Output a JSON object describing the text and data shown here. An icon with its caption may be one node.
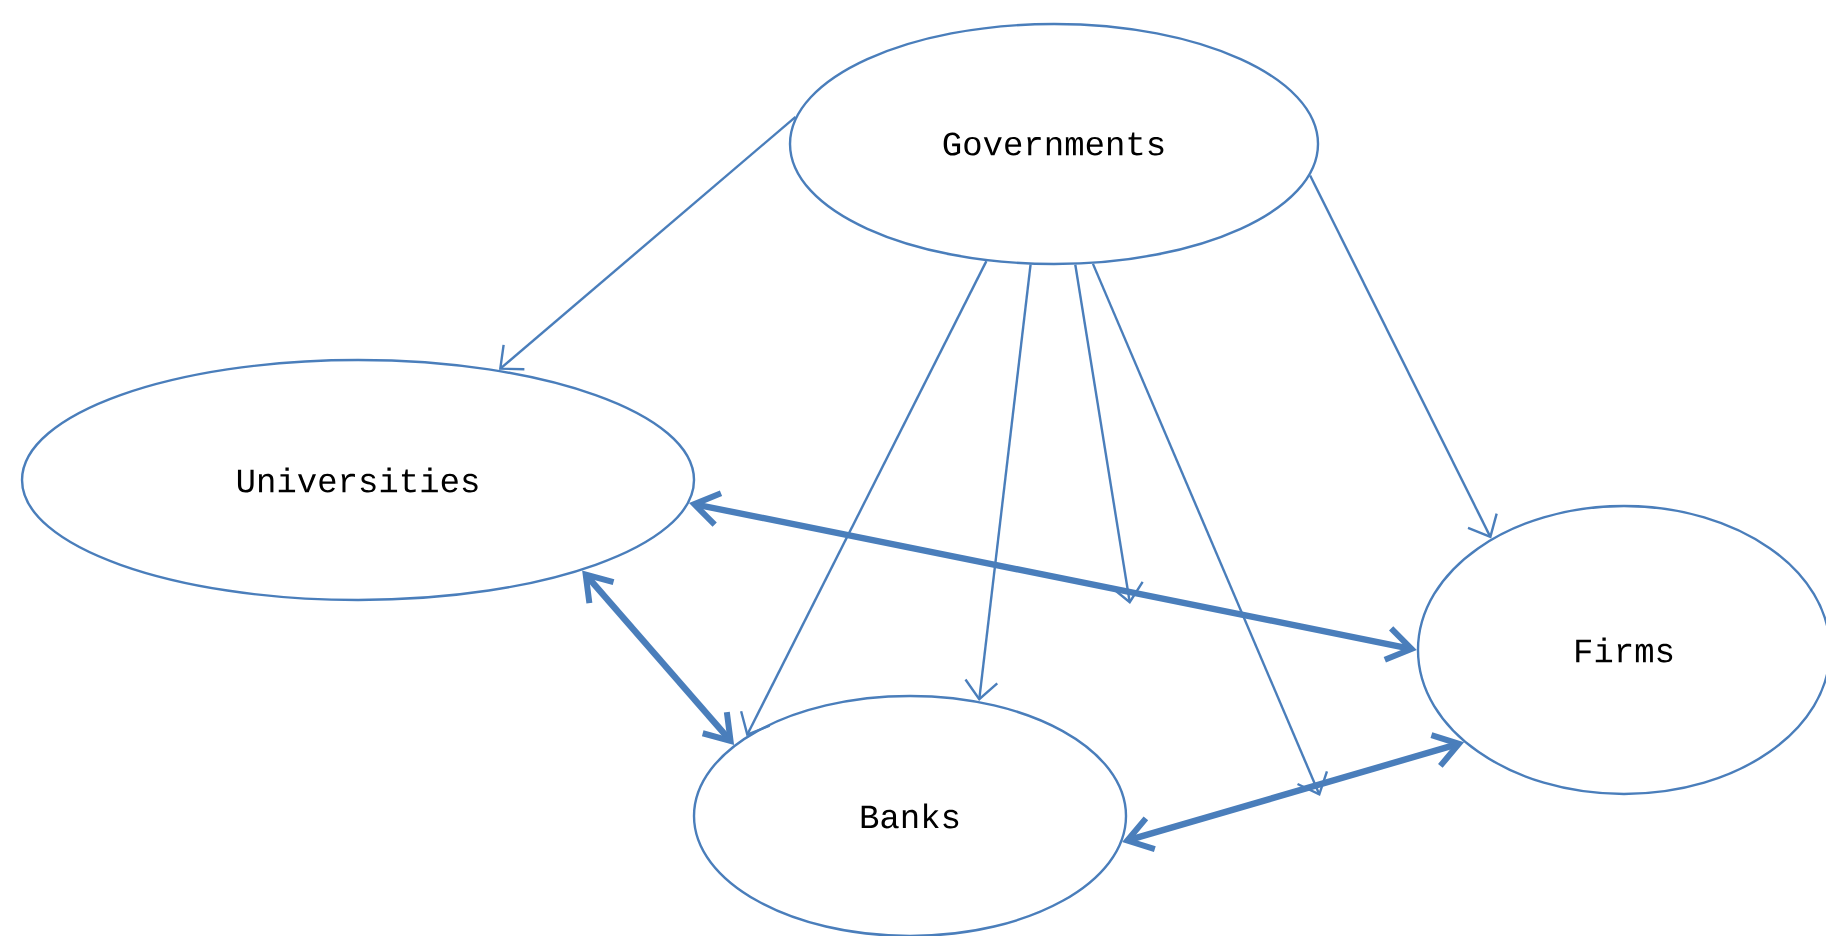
{
  "diagram": {
    "nodes": [
      {
        "text": [
          "Governments"
        ]
      },
      {
        "text": [
          "Universities"
        ]
      },
      {
        "text": [
          "Banks"
        ]
      },
      {
        "text": [
          "Firms"
        ]
      }
    ],
    "edges": [
      {
        "from": 0,
        "to": 1,
        "arrow": "to"
      },
      {
        "from": 0,
        "to": 2,
        "arrow": "to"
      },
      {
        "from": 0,
        "to": 2,
        "arrow": "to"
      },
      {
        "from": 0,
        "to": null,
        "arrow": "to"
      },
      {
        "from": 0,
        "to": null,
        "arrow": "to"
      },
      {
        "from": 0,
        "to": 3,
        "arrow": "to"
      },
      {
        "from": 1,
        "to": 3,
        "arrow": "both",
        "style": "thick"
      },
      {
        "from": 1,
        "to": 2,
        "arrow": "both",
        "style": "thick"
      },
      {
        "from": 2,
        "to": 3,
        "arrow": "both",
        "style": "thick"
      }
    ]
  }
}
